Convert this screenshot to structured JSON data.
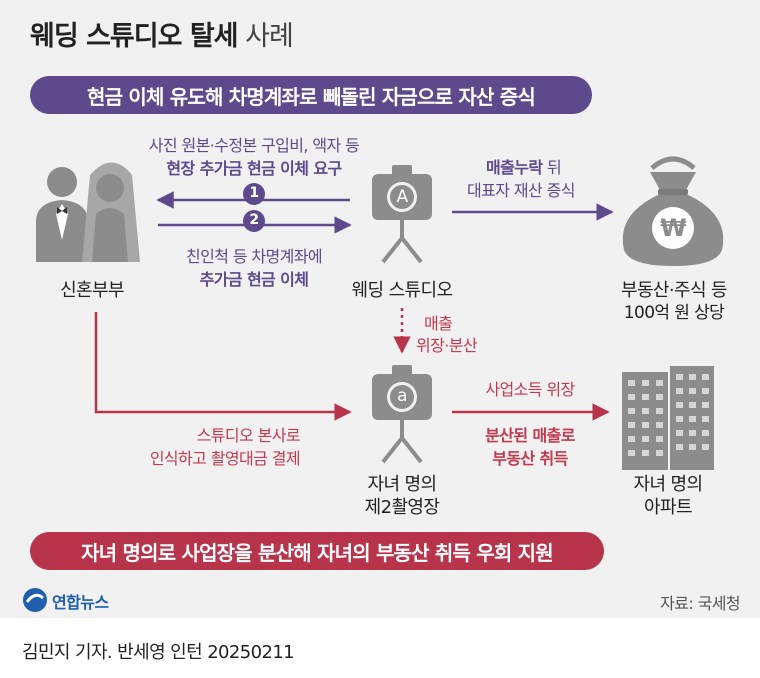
{
  "title": {
    "bold": "웨딩 스튜디오 탈세",
    "light": "사례"
  },
  "banner_top": "현금 이체 유도해 차명계좌로 빼돌린 자금으로 자산 증식",
  "banner_bottom": "자녀 명의로 사업장을 분산해 자녀의 부동산 취득 우회 지원",
  "nodes": {
    "couple": "신혼부부",
    "studio": "웨딩 스튜디오",
    "money": "부동산·주식 등",
    "money_sub": "100억 원 상당",
    "studio2_line1": "자녀 명의",
    "studio2_line2": "제2촬영장",
    "apt_line1": "자녀 명의",
    "apt_line2": "아파트"
  },
  "camera_letters": {
    "studio": "A",
    "studio2": "a"
  },
  "money_symbol": "₩",
  "step_numbers": [
    "1",
    "2"
  ],
  "labels": {
    "step1_line1": "사진 원본·수정본 구입비, 액자 등",
    "step1_line2": "현장 추가금 현금 이체 요구",
    "step2_line1": "친인척 등 차명계좌에",
    "step2_line2": "추가금 현금 이체",
    "sales_bold": "매출누락",
    "sales_rest": " 뒤",
    "sales_line2": "대표자 재산 증식",
    "dotted_line1": "매출",
    "dotted_line2": "위장·분산",
    "hq_line1": "스튜디오 본사로",
    "hq_line2": "인식하고 촬영대금 결제",
    "biz_line1": "사업소득 위장",
    "biz_line2": "분산된 매출로",
    "biz_line3": "부동산 취득"
  },
  "logo": "연합뉴스",
  "source": "자료: 국세청",
  "credit": "김민지 기자. 반세영 인턴  20250211",
  "colors": {
    "purple": "#5d4a8c",
    "red": "#b8344b",
    "icon_gray": "#8c8c8c",
    "bg": "#f1f1f1"
  }
}
